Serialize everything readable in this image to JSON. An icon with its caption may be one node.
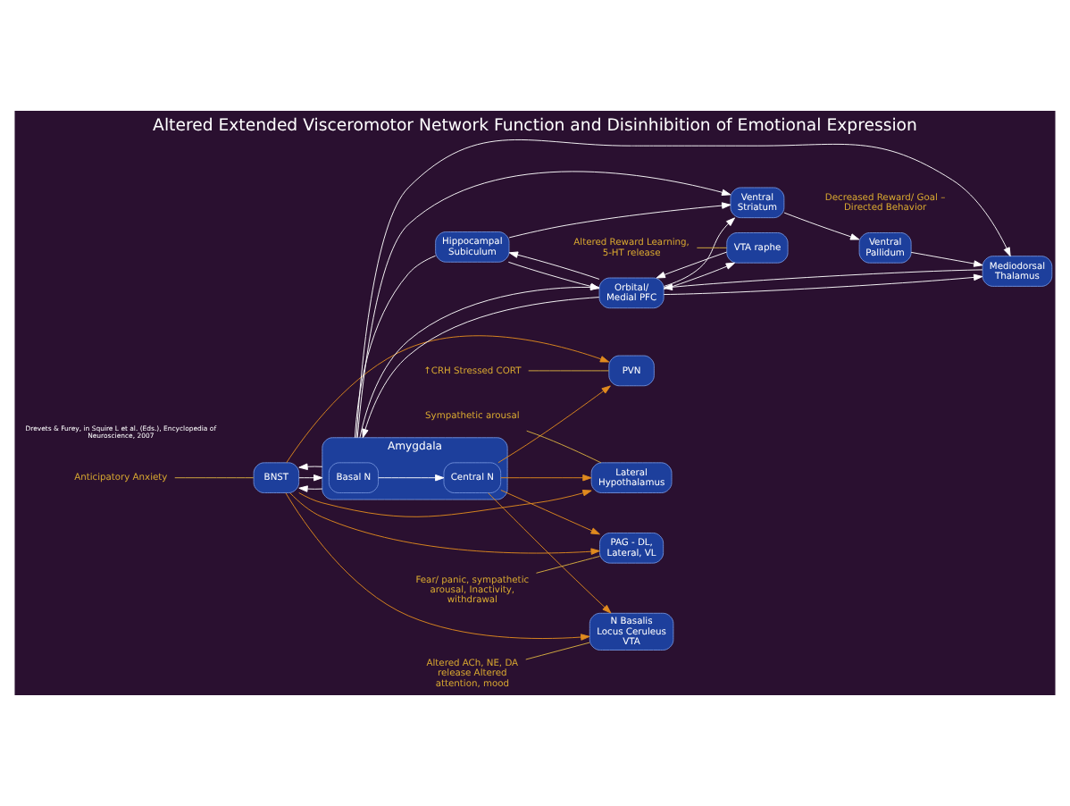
{
  "diagram": {
    "title": "Altered Extended Visceromotor Network Function and Disinhibition of Emotional Expression",
    "nodes": [
      {
        "text": [
          "BNST"
        ]
      },
      {
        "text": [
          "Amygdala"
        ]
      },
      {
        "text": [
          "Basal N"
        ],
        "in": 1
      },
      {
        "text": [
          "Central N"
        ],
        "in": 1
      },
      {
        "text": [
          "Hippocampal Subiculum"
        ]
      },
      {
        "text": [
          "Orbital/ Medial PFC"
        ]
      },
      {
        "text": [
          "Ventral Striatum"
        ]
      },
      {
        "text": [
          "Mediodorsal Thalamus"
        ]
      },
      {
        "text": [
          "Ventral Pallidum"
        ]
      },
      {
        "text": [
          "VTA raphe"
        ]
      },
      {
        "text": [
          "PVN"
        ]
      },
      {
        "text": [
          "Lateral Hypothalamus"
        ]
      },
      {
        "text": [
          "PAG - DL, Lateral, VL"
        ]
      },
      {
        "text": [
          "N Basalis Locus Ceruleus VTA"
        ]
      },
      {
        "text": [
          "Anticipatory Anxiety"
        ]
      },
      {
        "text": [
          "Altered Reward Learning, 5-HT release"
        ]
      },
      {
        "text": [
          "↑CRH Stressed CORT"
        ]
      },
      {
        "text": [
          "Sympathetic arousal"
        ]
      },
      {
        "text": [
          "Fear/ panic, sympathetic arousal, Inactivity, withdrawal"
        ]
      },
      {
        "text": [
          "Altered ACh, NE, DA release Altered attention, mood"
        ]
      }
    ],
    "edges": [
      {
        "from": 1,
        "to": 0,
        "arrow": "to"
      },
      {
        "from": 0,
        "to": 1,
        "arrow": "to"
      },
      {
        "from": 1,
        "to": 0,
        "arrow": "to"
      },
      {
        "from": 2,
        "to": 3,
        "arrow": "to"
      },
      {
        "from": 1,
        "to": 4,
        "arrow": "none"
      },
      {
        "from": 1,
        "to": 6,
        "arrow": "to"
      },
      {
        "from": 5,
        "to": 1,
        "arrow": "to"
      },
      {
        "from": 1,
        "to": 5,
        "arrow": "to"
      },
      {
        "from": 1,
        "to": 7,
        "arrow": "to"
      },
      {
        "from": 4,
        "to": 5,
        "arrow": "to"
      },
      {
        "from": 5,
        "to": 4,
        "arrow": "to"
      },
      {
        "from": 4,
        "to": 6,
        "arrow": "to"
      },
      {
        "from": 5,
        "to": 6,
        "arrow": "to"
      },
      {
        "from": 9,
        "to": 5,
        "arrow": "to"
      },
      {
        "from": 5,
        "to": 9,
        "arrow": "to"
      },
      {
        "from": 6,
        "to": 8,
        "arrow": "to"
      },
      {
        "from": 5,
        "to": 7,
        "arrow": "to"
      },
      {
        "from": 7,
        "to": 5,
        "arrow": "to"
      },
      {
        "from": 8,
        "to": 7,
        "arrow": "to"
      },
      {
        "from": 0,
        "to": 10,
        "arrow": "to",
        "color": "#e08a1e"
      },
      {
        "from": 3,
        "to": 10,
        "arrow": "to",
        "color": "#e08a1e"
      },
      {
        "from": 0,
        "to": 11,
        "arrow": "to",
        "color": "#e08a1e"
      },
      {
        "from": 3,
        "to": 11,
        "arrow": "to",
        "color": "#e08a1e"
      },
      {
        "from": 0,
        "to": 12,
        "arrow": "to",
        "color": "#e08a1e"
      },
      {
        "from": 3,
        "to": 12,
        "arrow": "to",
        "color": "#e08a1e"
      },
      {
        "from": 0,
        "to": 13,
        "arrow": "to",
        "color": "#e08a1e"
      },
      {
        "from": 3,
        "to": 13,
        "arrow": "to",
        "color": "#e08a1e"
      },
      {
        "from": 14,
        "to": 0,
        "arrow": "none",
        "color": "#d8b040"
      },
      {
        "from": 15,
        "to": 9,
        "arrow": "none",
        "color": "#d8b040"
      },
      {
        "from": 16,
        "to": 10,
        "arrow": "none",
        "color": "#d8b040"
      },
      {
        "from": 17,
        "to": 11,
        "arrow": "none",
        "color": "#d8b040"
      },
      {
        "from": 18,
        "to": 12,
        "arrow": "none",
        "color": "#d8b040"
      },
      {
        "from": 19,
        "to": 13,
        "arrow": "none",
        "color": "#d8b040"
      }
    ],
    "labels": [
      "Decreased Reward/ Goal – Directed Behavior",
      "Drevets & Furey, in Squire L et al. (Eds.), Encyclopedia of Neuroscience, 2007"
    ]
  }
}
